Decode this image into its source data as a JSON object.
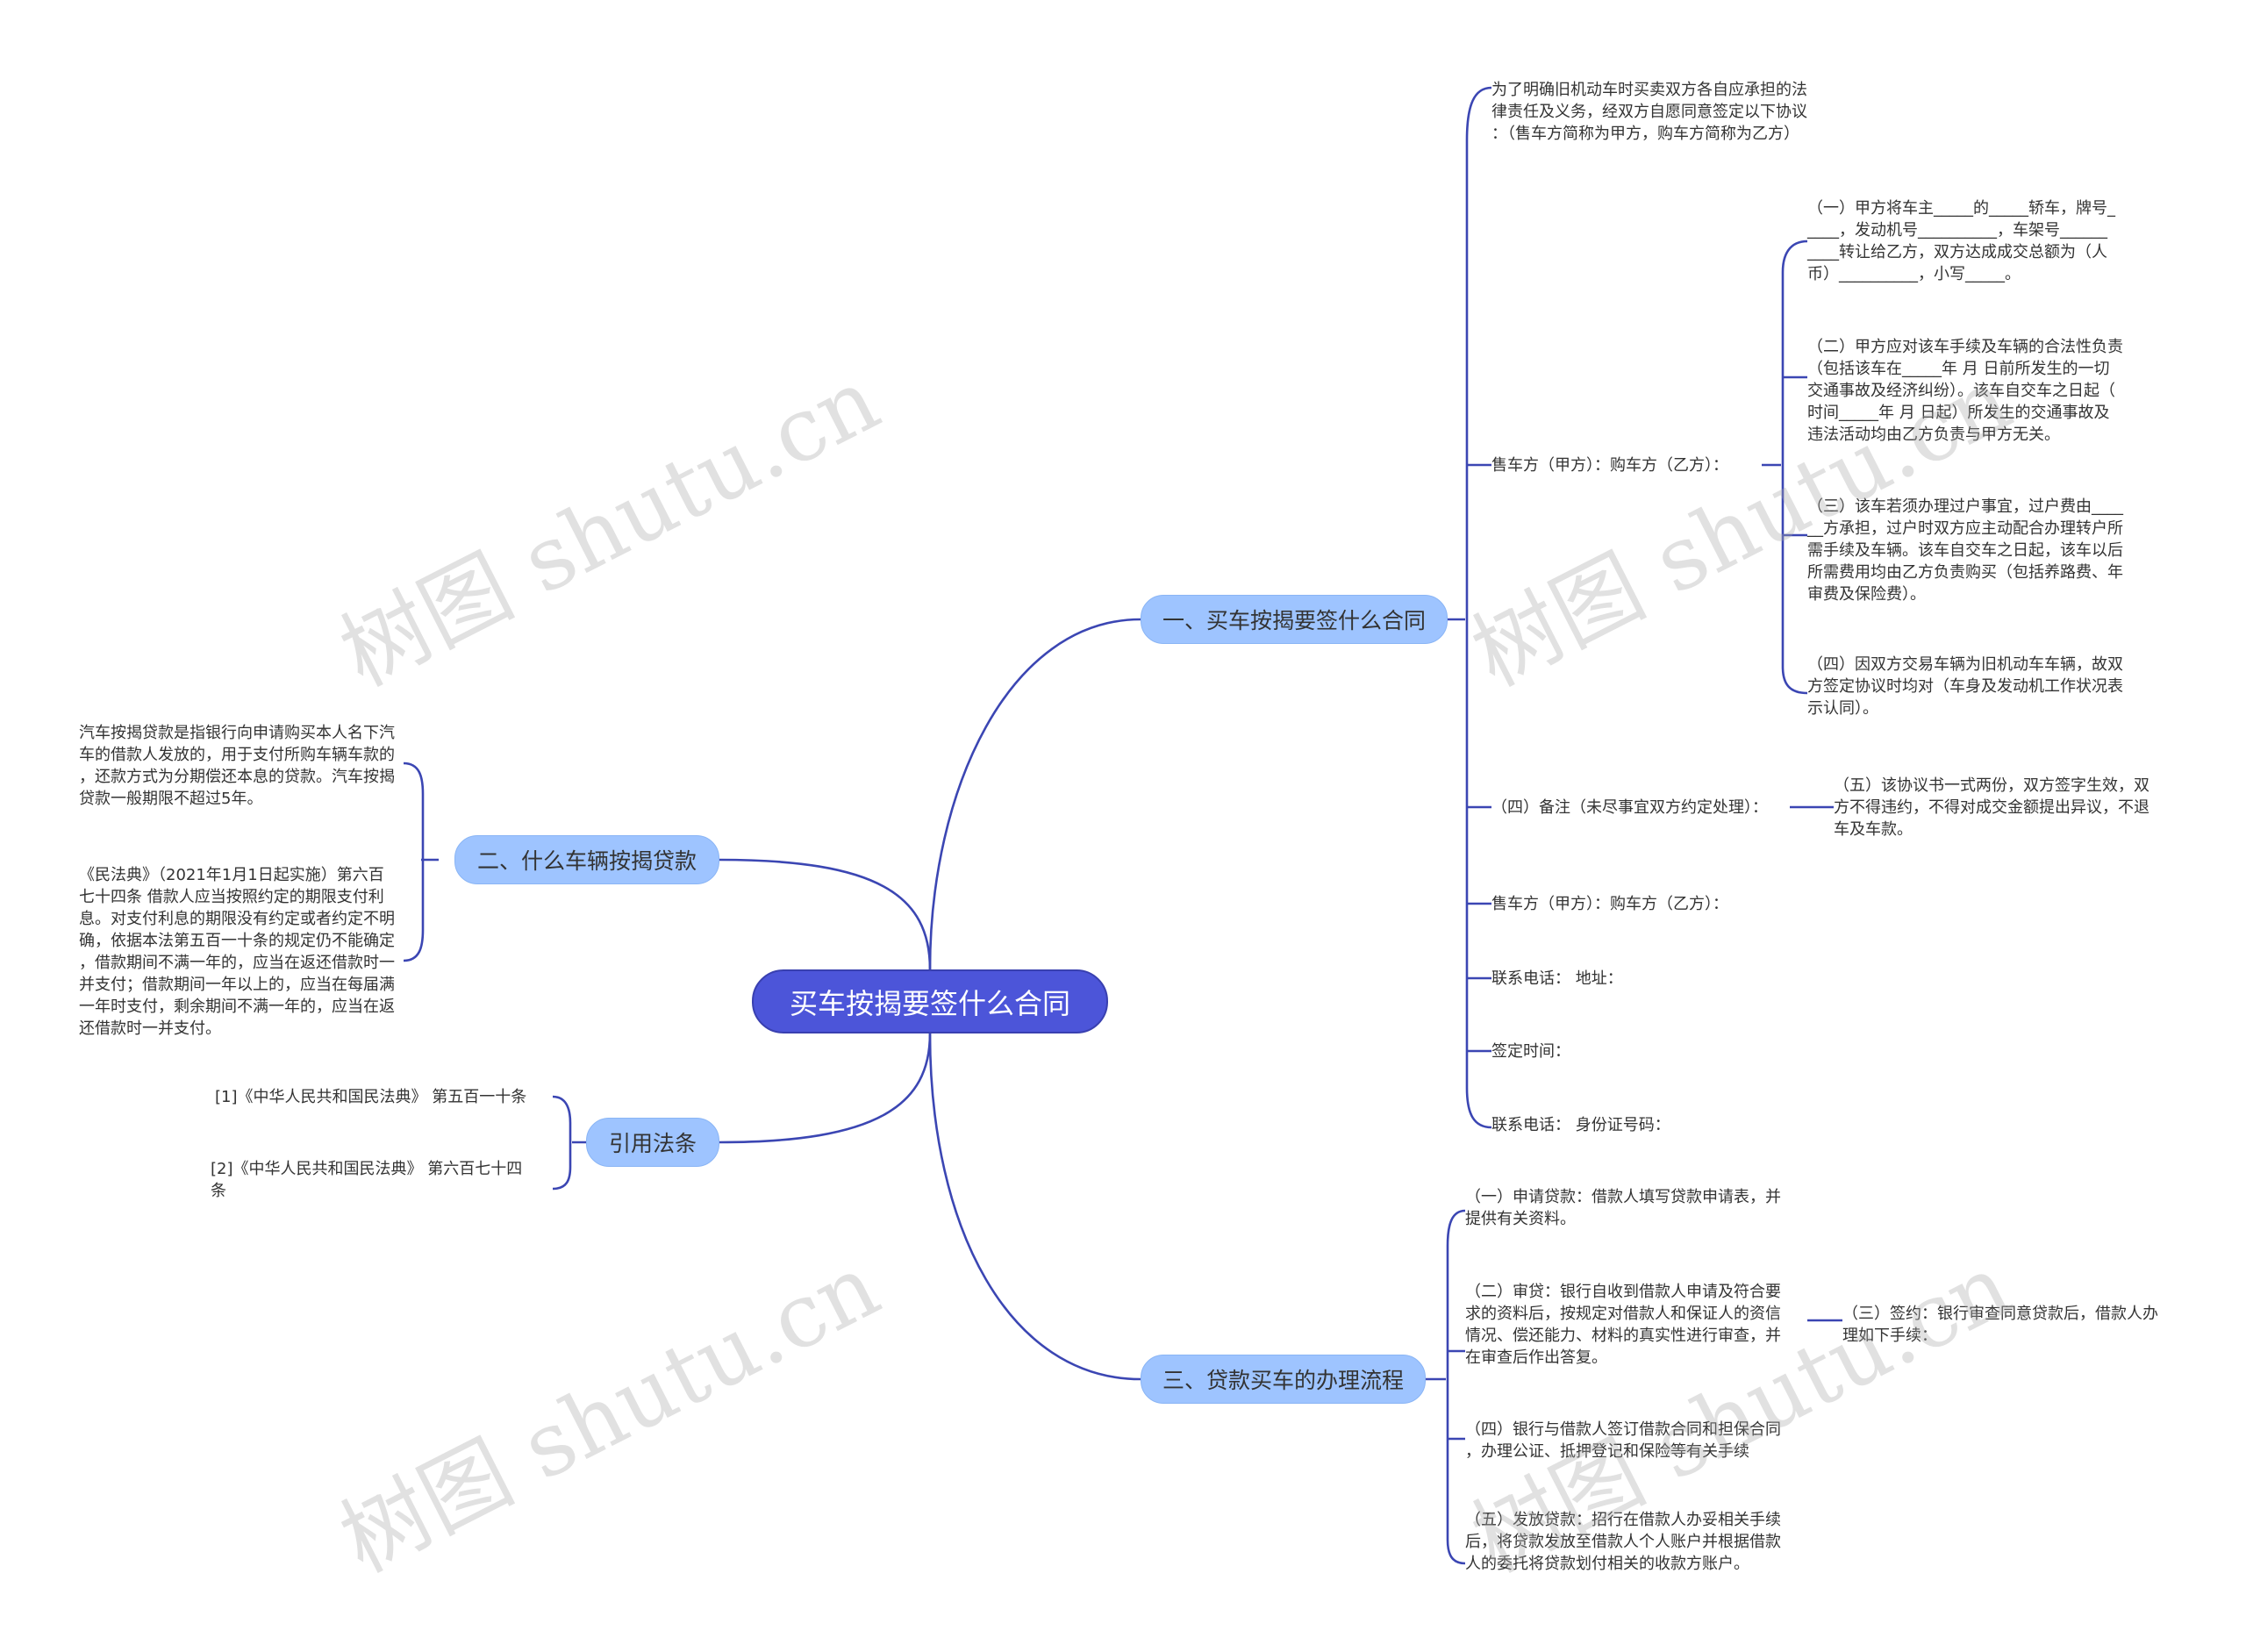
{
  "root": "买车按揭要签什么合同",
  "branches": {
    "b1": "一、买车按揭要签什么合同",
    "b2": "二、什么车辆按揭贷款",
    "b3": "引用法条",
    "b4": "三、贷款买车的办理流程"
  },
  "b1_children": {
    "intro": "为了明确旧机动车时买卖双方各自应承担的法\n律责任及义务，经双方自愿同意签定以下协议\n：（售车方简称为甲方，购车方简称为乙方）",
    "parties1": "售车方（甲方）：购车方（乙方）：",
    "clause1": "（一）甲方将车主_____的_____轿车，牌号_\n____，发动机号__________，车架号______\n____转让给乙方，双方达成成交总额为（人\n币）__________，小写_____。",
    "clause2": "（二）甲方应对该车手续及车辆的合法性负责\n（包括该车在_____年 月 日前所发生的一切\n交通事故及经济纠纷）。该车自交车之日起（\n时间_____年 月 日起）所发生的交通事故及\n违法活动均由乙方负责与甲方无关。",
    "clause3": "（三）该车若须办理过户事宜，过户费由____\n__方承担，过户时双方应主动配合办理转户所\n需手续及车辆。该车自交车之日起，该车以后\n所需费用均由乙方负责购买（包括养路费、年\n审费及保险费）。",
    "clause4": "（四）因双方交易车辆为旧机动车车辆，故双\n方签定协议时均对（车身及发动机工作状况表\n示认同）。",
    "remark": "（四）备注（未尽事宜双方约定处理）：",
    "clause5": "（五）该协议书一式两份，双方签字生效，双\n方不得违约，不得对成交金额提出异议，不退\n车及车款。",
    "parties2": "售车方（甲方）：购车方（乙方）：",
    "contact1": "联系电话：  地址：",
    "sign_time": "签定时间：",
    "contact2": "联系电话：  身份证号码："
  },
  "b2_children": {
    "def": "汽车按揭贷款是指银行向申请购买本人名下汽\n车的借款人发放的，用于支付所购车辆车款的\n，还款方式为分期偿还本息的贷款。汽车按揭\n贷款一般期限不超过5年。",
    "law": "《民法典》（2021年1月1日起实施）第六百\n七十四条    借款人应当按照约定的期限支付利\n息。对支付利息的期限没有约定或者约定不明\n确，依据本法第五百一十条的规定仍不能确定\n，借款期间不满一年的，应当在返还借款时一\n并支付；借款期间一年以上的，应当在每届满\n一年时支付，剩余期间不满一年的，应当在返\n还借款时一并支付。"
  },
  "b3_children": {
    "ref1": "[1]《中华人民共和国民法典》 第五百一十条",
    "ref2": "[2]《中华人民共和国民法典》 第六百七十四\n条"
  },
  "b4_children": {
    "step1": "（一）申请贷款：借款人填写贷款申请表，并\n提供有关资料。",
    "step2": "（二）审贷：银行自收到借款人申请及符合要\n求的资料后，按规定对借款人和保证人的资信\n情况、偿还能力、材料的真实性进行审查，并\n在审查后作出答复。",
    "step3": "（三）签约：银行审查同意贷款后，借款人办\n理如下手续：",
    "step4": "（四）银行与借款人签订借款合同和担保合同\n，办理公证、抵押登记和保险等有关手续",
    "step5": "（五）发放贷款：招行在借款人办妥相关手续\n后，将贷款发放至借款人个人账户并根据借款\n人的委托将贷款划付相关的收款方账户。"
  },
  "watermarks": [
    "树图 shutu.cn",
    "树图 shutu.cn",
    "树图 shutu.cn",
    "树图 shutu.cn"
  ],
  "colors": {
    "root": "#4c55d9",
    "branch": "#9ec4ff",
    "line": "#3b46b3"
  }
}
